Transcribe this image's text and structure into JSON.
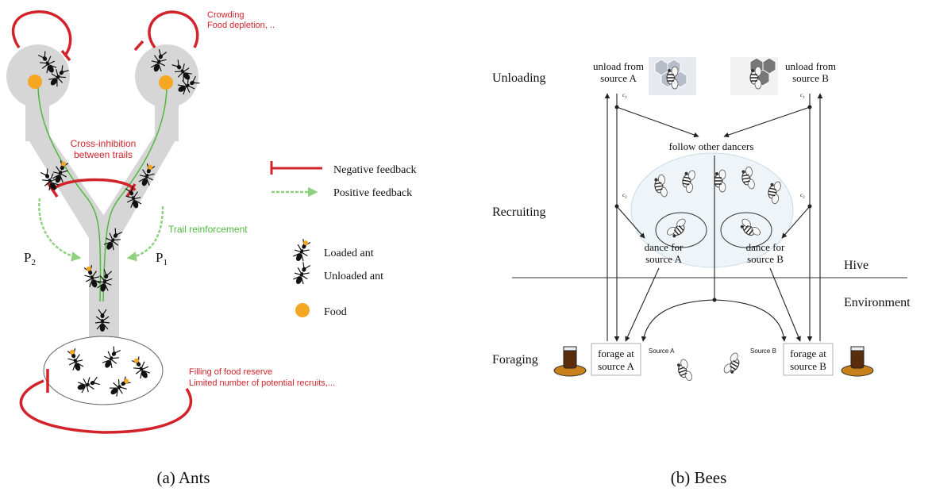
{
  "ants": {
    "annotations": {
      "crowding_1": "Crowding",
      "crowding_2": "Food depletion, ..",
      "cross_1": "Cross-inhibition",
      "cross_2": "between trails",
      "trail_reinforcement": "Trail reinforcement",
      "p2": "P",
      "p2_sub": "2",
      "p1": "P",
      "p1_sub": "1",
      "filling_1": "Filling of food reserve",
      "filling_2": "Limited number of potential recruits,..."
    },
    "legend": {
      "negative": "Negative feedback",
      "positive": "Positive feedback",
      "loaded": "Loaded ant",
      "unloaded": "Unloaded ant",
      "food": "Food"
    },
    "colors": {
      "negative": "#d2232a",
      "positive": "#7cc96b",
      "food": "#f5a623",
      "trail": "#d6d6d6"
    },
    "caption": "(a) Ants"
  },
  "bees": {
    "stages": {
      "unloading": "Unloading",
      "recruiting": "Recruiting",
      "foraging": "Foraging"
    },
    "zones": {
      "hive": "Hive",
      "environment": "Environment"
    },
    "nodes": {
      "unload_a_1": "unload from",
      "unload_a_2": "source A",
      "unload_b_1": "unload from",
      "unload_b_2": "source B",
      "follow": "follow other dancers",
      "dance_a_1": "dance for",
      "dance_a_2": "source A",
      "dance_b_1": "dance for",
      "dance_b_2": "source B",
      "forage_a_1": "forage at",
      "forage_a_2": "source A",
      "forage_b_1": "forage at",
      "forage_b_2": "source B",
      "source_a": "Source A",
      "source_b": "Source B",
      "c1": "c",
      "c1_sub": "1",
      "c2": "c",
      "c2_sub": "2"
    },
    "caption": "(b) Bees"
  }
}
